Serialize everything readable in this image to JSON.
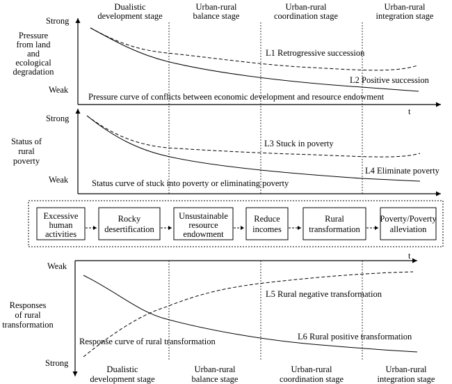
{
  "stages_top": [
    [
      "Dualistic",
      "development stage"
    ],
    [
      "Urban-rural",
      "balance stage"
    ],
    [
      "Urban-rural",
      "coordination stage"
    ],
    [
      "Urban-rural",
      "integration stage"
    ]
  ],
  "stages_bottom": [
    [
      "Dualistic",
      "development stage"
    ],
    [
      "Urban-rural",
      "balance stage"
    ],
    [
      "Urban-rural",
      "coordination stage"
    ],
    [
      "Urban-rural",
      "integration stage"
    ]
  ],
  "panel1": {
    "ylabel": [
      "Pressure",
      "from land",
      "and",
      "ecological",
      "degradation"
    ],
    "strong": "Strong",
    "weak": "Weak",
    "t": "t",
    "caption": "Pressure curve of conflicts between economic development and resource endowment",
    "L1": "L1 Retrogressive succession",
    "L2": "L2 Positive succession"
  },
  "panel2": {
    "ylabel": [
      "Status of",
      "rural",
      "poverty"
    ],
    "strong": "Strong",
    "weak": "Weak",
    "caption": "Status curve of stuck into poverty or eliminating poverty",
    "L3": "L3 Stuck in poverty",
    "L4": "L4 Eliminate poverty"
  },
  "flow": [
    [
      "Excessive",
      "human",
      "activities"
    ],
    [
      "Rocky",
      "desertification"
    ],
    [
      "Unsustainable",
      "resource",
      "endowment"
    ],
    [
      "Reduce",
      "incomes"
    ],
    [
      "Rural",
      "transformation"
    ],
    [
      "Poverty/Poverty",
      "alleviation"
    ]
  ],
  "panel3": {
    "ylabel": [
      "Responses",
      "of rural",
      "transformation"
    ],
    "weak": "Weak",
    "strong": "Strong",
    "t": "t",
    "caption": "Response curve of rural transformation",
    "L5": "L5 Rural negative transformation",
    "L6": "L6 Rural positive transformation"
  }
}
